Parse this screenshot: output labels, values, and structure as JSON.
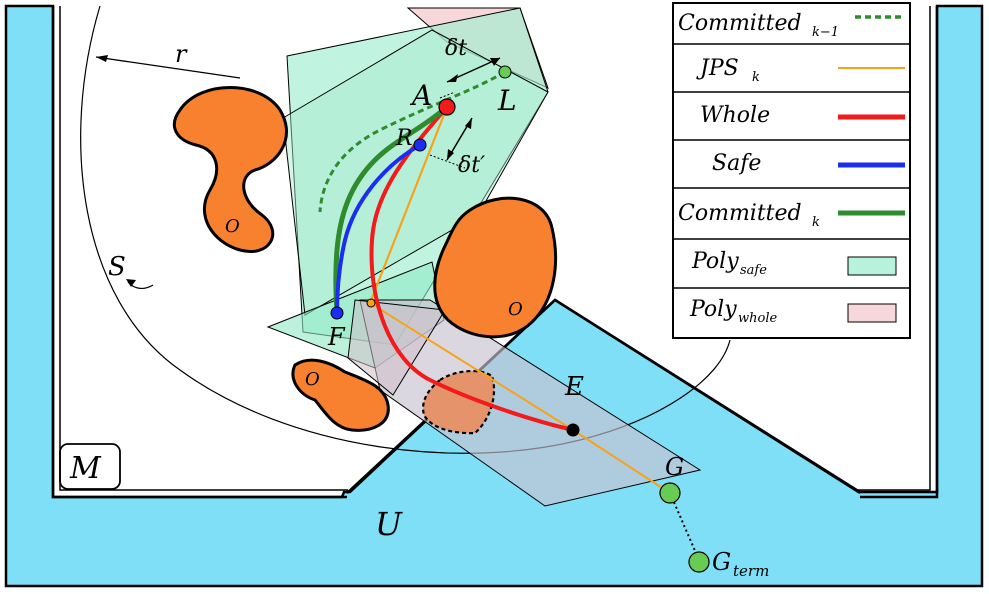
{
  "colors": {
    "unknown_space": "#7fdff7",
    "known_space_border": "#000000",
    "obstacle": "#f7812e",
    "poly_safe": "#b7f3dc",
    "poly_whole": "#f7d7da",
    "committed": "#2e8b2e",
    "jps": "#f7a21a",
    "whole": "#f21a1a",
    "safe": "#1a2ef2",
    "goal": "#66cc55"
  },
  "labels": {
    "radius": "r",
    "sensing_region": "S",
    "map": "M",
    "unknown": "U",
    "point_A": "A",
    "point_L": "L",
    "point_R": "R",
    "point_F": "F",
    "point_E": "E",
    "point_G": "G",
    "point_G_term": "G",
    "point_G_term_sub": "term",
    "delta_t": "δt",
    "delta_t_prime": "δt′",
    "obstacle": "O"
  },
  "legend": {
    "items": [
      {
        "label": "Committed",
        "sub": "k−1",
        "style": "committed-dashed"
      },
      {
        "label": "JPS",
        "sub": "k",
        "style": "jps"
      },
      {
        "label": "Whole",
        "sub": "",
        "style": "whole"
      },
      {
        "label": "Safe",
        "sub": "",
        "style": "safe"
      },
      {
        "label": "Committed",
        "sub": "k",
        "style": "committed-solid"
      },
      {
        "label": "Poly",
        "sub": "safe",
        "style": "poly-safe"
      },
      {
        "label": "Poly",
        "sub": "whole",
        "style": "poly-whole"
      }
    ]
  }
}
